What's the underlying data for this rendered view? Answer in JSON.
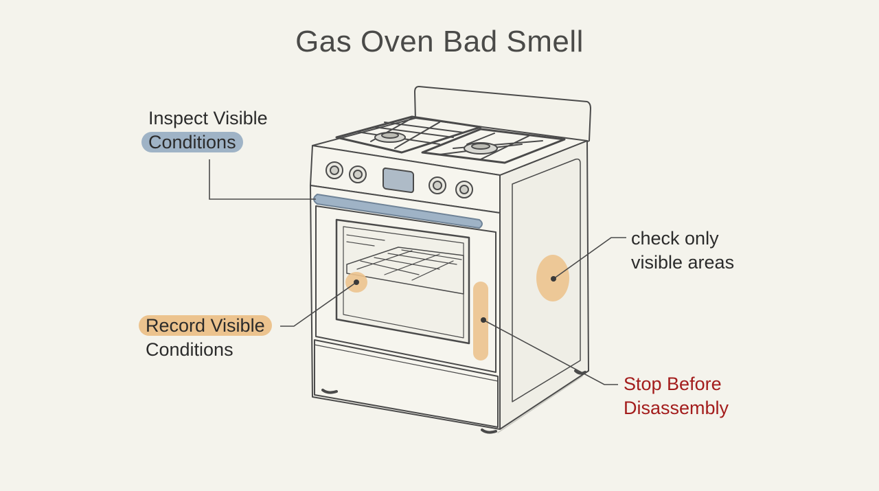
{
  "title": "Gas Oven Bad Smell",
  "callouts": {
    "inspect": {
      "line1": "Inspect Visible",
      "line2": "Conditions"
    },
    "record": {
      "line1": "Record Visible",
      "line2": "Conditions"
    },
    "check": {
      "line1": "check only",
      "line2": "visible areas"
    },
    "stop": {
      "line1": "Stop Before",
      "line2": "Disassembly"
    }
  },
  "colors": {
    "background": "#f4f3ec",
    "highlight_blue": "#9fb3c6",
    "highlight_orange": "#ecc38e",
    "warning_red": "#a31c1c",
    "line": "#4a4a4a"
  }
}
